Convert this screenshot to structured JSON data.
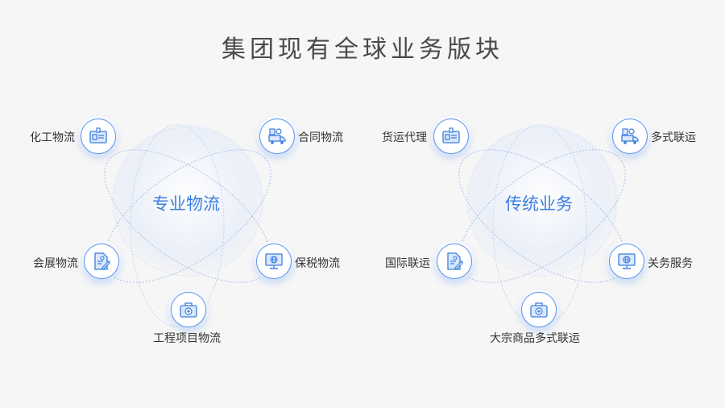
{
  "title": "集团现有全球业务版块",
  "colors": {
    "accent": "#3a7ee0",
    "node_border": "#5b94ea",
    "background": "#f6f6f6",
    "text": "#333333"
  },
  "panels": [
    {
      "center_label": "专业物流",
      "nodes": [
        {
          "label": "化工物流",
          "icon": "id-badge-icon"
        },
        {
          "label": "合同物流",
          "icon": "truck-icon"
        },
        {
          "label": "会展物流",
          "icon": "document-pen-icon"
        },
        {
          "label": "保税物流",
          "icon": "monitor-globe-icon"
        },
        {
          "label": "工程项目物流",
          "icon": "toolbox-icon"
        }
      ]
    },
    {
      "center_label": "传统业务",
      "nodes": [
        {
          "label": "货运代理",
          "icon": "id-badge-icon"
        },
        {
          "label": "多式联运",
          "icon": "truck-icon"
        },
        {
          "label": "国际联运",
          "icon": "document-pen-icon"
        },
        {
          "label": "关务服务",
          "icon": "monitor-globe-icon"
        },
        {
          "label": "大宗商品多式联运",
          "icon": "toolbox-icon"
        }
      ]
    }
  ]
}
